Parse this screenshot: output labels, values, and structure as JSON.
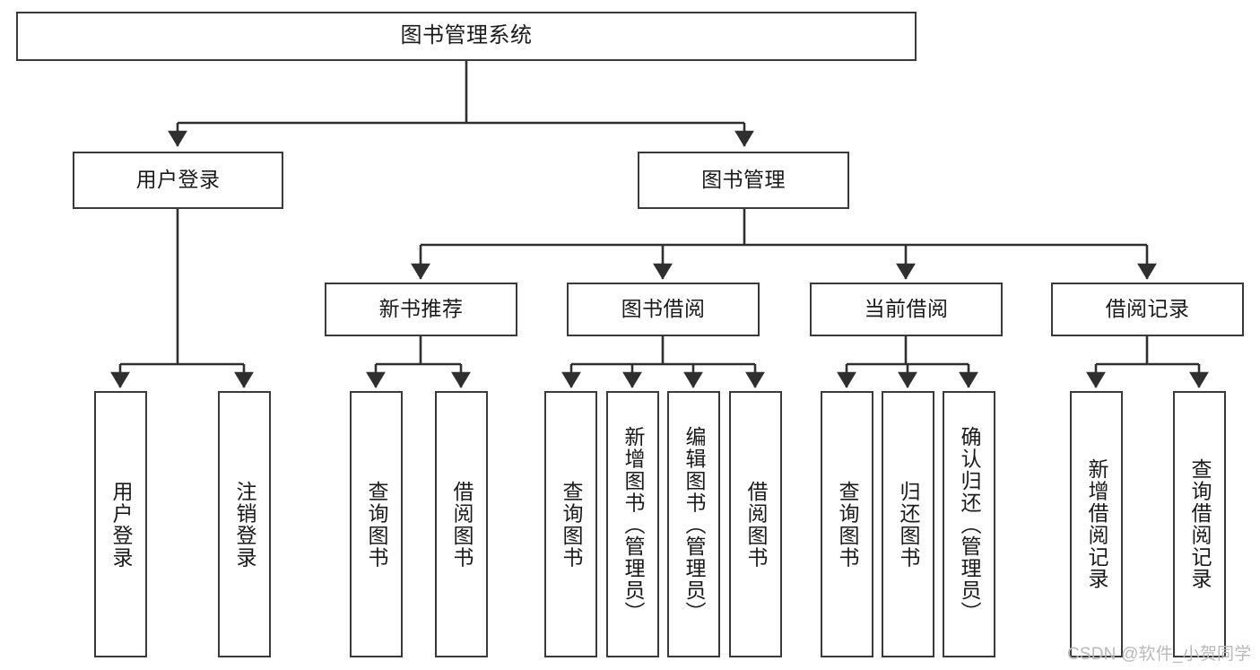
{
  "diagram": {
    "title": "图书管理系统",
    "type": "tree",
    "orientation": "top-down",
    "colors": {
      "node_border": "#3a3a3a",
      "node_fill": "#ffffff",
      "edge": "#2f2f2f",
      "text": "#1a1a1a",
      "watermark": "#b9b9b9",
      "background": "#ffffff"
    },
    "root": {
      "label": "图书管理系统"
    },
    "level2": [
      {
        "label": "用户登录"
      },
      {
        "label": "图书管理"
      }
    ],
    "level3": [
      {
        "label": "新书推荐"
      },
      {
        "label": "图书借阅"
      },
      {
        "label": "当前借阅"
      },
      {
        "label": "借阅记录"
      }
    ],
    "leaves": {
      "user_login": [
        {
          "label": "用户登录"
        },
        {
          "label": "注销登录"
        }
      ],
      "new_book_recommend": [
        {
          "label": "查询图书"
        },
        {
          "label": "借阅图书"
        }
      ],
      "book_borrow": [
        {
          "label": "查询图书"
        },
        {
          "label": "新增图书（管理员）"
        },
        {
          "label": "编辑图书（管理员）"
        },
        {
          "label": "借阅图书"
        }
      ],
      "current_borrow": [
        {
          "label": "查询图书"
        },
        {
          "label": "归还图书"
        },
        {
          "label": "确认归还（管理员）"
        }
      ],
      "borrow_record": [
        {
          "label": "新增借阅记录"
        },
        {
          "label": "查询借阅记录"
        }
      ]
    }
  },
  "watermark": {
    "text": "CSDN @软件_小贺同学"
  }
}
